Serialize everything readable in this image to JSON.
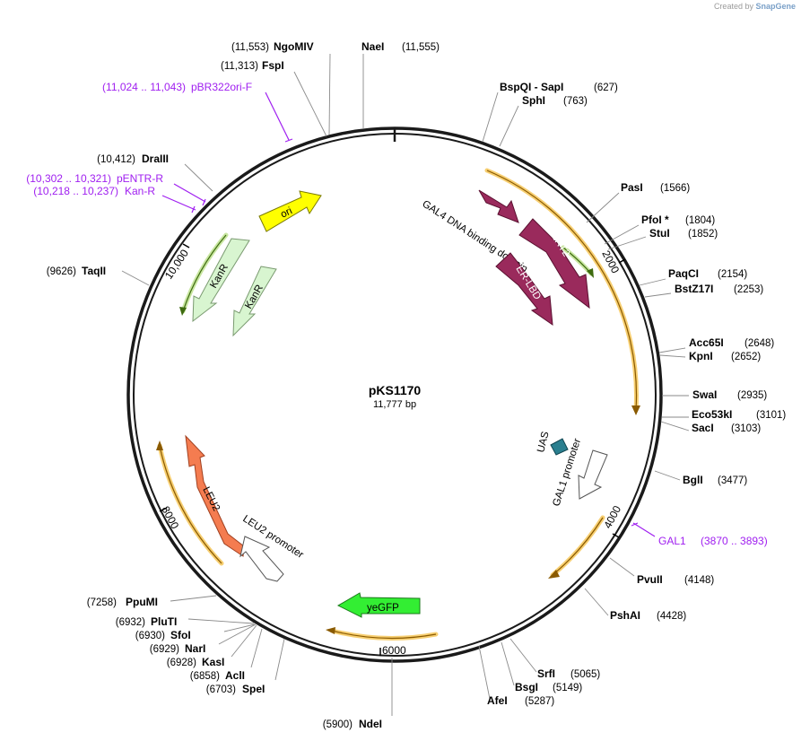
{
  "credit": {
    "prefix": "Created by",
    "brand": "SnapGene"
  },
  "plasmid": {
    "name": "pKS1170",
    "size_label": "11,777 bp",
    "length": 11777
  },
  "colors": {
    "backbone": "#1a1a1a",
    "orf_track": "#e8a400",
    "orf_inner": "#6b8e23",
    "ori": "#ffff00",
    "kanr": "#d8f5d0",
    "gal4": "#9a2a5c",
    "leu2": "#f47c50",
    "yegfp": "#33ee33",
    "promoter": "#ffffff",
    "uas": "#2a7f8f",
    "primer": "#a020f0"
  },
  "ticks": [
    {
      "label": "2000",
      "position": 2000
    },
    {
      "label": "4000",
      "position": 4000
    },
    {
      "label": "6000",
      "position": 6000
    },
    {
      "label": "8000",
      "position": 8000
    },
    {
      "label": "10,000",
      "position": 10000
    }
  ],
  "cut_sites": [
    {
      "pos_label": "(11,553)",
      "name": "NgoMIV"
    },
    {
      "pos_label": "(11,555)",
      "name": "NaeI"
    },
    {
      "pos_label": "(11,313)",
      "name": "FspI"
    },
    {
      "pos_label": "(627)",
      "name": "BspQI - SapI"
    },
    {
      "pos_label": "(763)",
      "name": "SphI"
    },
    {
      "pos_label": "(1566)",
      "name": "PasI"
    },
    {
      "pos_label": "(1804)",
      "name": "PfoI *"
    },
    {
      "pos_label": "(1852)",
      "name": "StuI"
    },
    {
      "pos_label": "(2154)",
      "name": "PaqCI"
    },
    {
      "pos_label": "(2253)",
      "name": "BstZ17I"
    },
    {
      "pos_label": "(2648)",
      "name": "Acc65I"
    },
    {
      "pos_label": "(2652)",
      "name": "KpnI"
    },
    {
      "pos_label": "(2935)",
      "name": "SwaI"
    },
    {
      "pos_label": "(3101)",
      "name": "Eco53kI"
    },
    {
      "pos_label": "(3103)",
      "name": "SacI"
    },
    {
      "pos_label": "(3477)",
      "name": "BglI"
    },
    {
      "pos_label": "(4148)",
      "name": "PvuII"
    },
    {
      "pos_label": "(4428)",
      "name": "PshAI"
    },
    {
      "pos_label": "(5065)",
      "name": "SrfI"
    },
    {
      "pos_label": "(5149)",
      "name": "BsgI"
    },
    {
      "pos_label": "(5287)",
      "name": "AfeI"
    },
    {
      "pos_label": "(5900)",
      "name": "NdeI"
    },
    {
      "pos_label": "(6703)",
      "name": "SpeI"
    },
    {
      "pos_label": "(6858)",
      "name": "AclI"
    },
    {
      "pos_label": "(6928)",
      "name": "KasI"
    },
    {
      "pos_label": "(6929)",
      "name": "NarI"
    },
    {
      "pos_label": "(6930)",
      "name": "SfoI"
    },
    {
      "pos_label": "(6932)",
      "name": "PluTI"
    },
    {
      "pos_label": "(7258)",
      "name": "PpuMI"
    },
    {
      "pos_label": "(9626)",
      "name": "TaqII"
    },
    {
      "pos_label": "(10,412)",
      "name": "DraIII"
    }
  ],
  "primers": [
    {
      "range": "(11,024 .. 11,043)",
      "name": "pBR322ori-F"
    },
    {
      "range": "(10,302 .. 10,321)",
      "name": "pENTR-R"
    },
    {
      "range": "(10,218 .. 10,237)",
      "name": "Kan-R"
    },
    {
      "name": "GAL1",
      "range": "(3870 .. 3893)"
    }
  ],
  "features": [
    {
      "name": "ori",
      "type": "rep_origin"
    },
    {
      "name": "KanR",
      "type": "CDS"
    },
    {
      "name": "KanR",
      "type": "CDS"
    },
    {
      "name": "GAL4 DNA binding domain",
      "type": "CDS"
    },
    {
      "name": "ERT2",
      "type": "CDS"
    },
    {
      "name": "ER-LBD",
      "type": "CDS"
    },
    {
      "name": "UAS",
      "type": "protein_bind"
    },
    {
      "name": "GAL1 promoter",
      "type": "promoter"
    },
    {
      "name": "yeGFP",
      "type": "CDS"
    },
    {
      "name": "LEU2",
      "type": "CDS"
    },
    {
      "name": "LEU2 promoter",
      "type": "promoter"
    }
  ]
}
